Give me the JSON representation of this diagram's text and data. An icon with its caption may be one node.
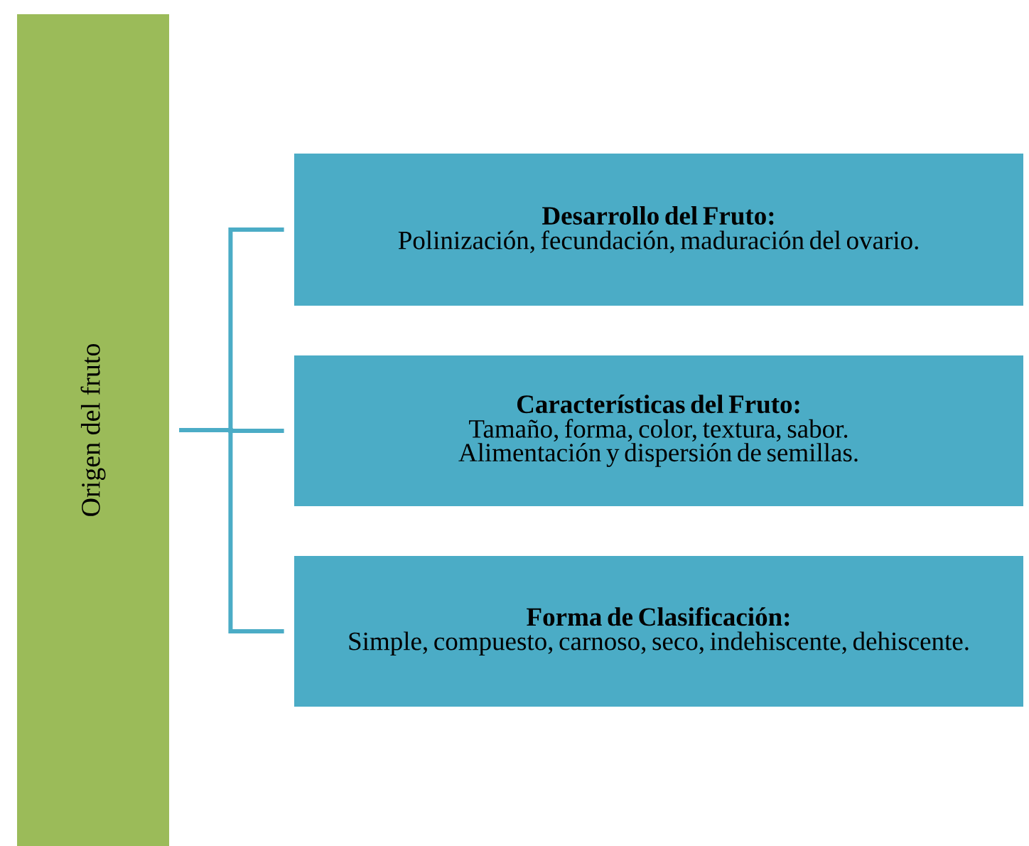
{
  "diagram": {
    "nodes": [
      {
        "text": [
          "Origen del fruto"
        ]
      },
      {
        "text": [
          "Desarrollo del Fruto:",
          "Polinización, fecundación, maduración del ovario."
        ]
      },
      {
        "text": [
          "Características del Fruto:",
          "Tamaño, forma, color, textura, sabor. Alimentación y dispersión de semillas."
        ]
      },
      {
        "text": [
          "Forma de Clasificación:",
          "Simple, compuesto, carnoso, seco, indehiscente, dehiscente."
        ]
      }
    ],
    "edges": [
      {
        "from": 0,
        "to": 1,
        "arrow": "none"
      },
      {
        "from": 0,
        "to": 2,
        "arrow": "none"
      },
      {
        "from": 0,
        "to": 3,
        "arrow": "none"
      }
    ]
  }
}
